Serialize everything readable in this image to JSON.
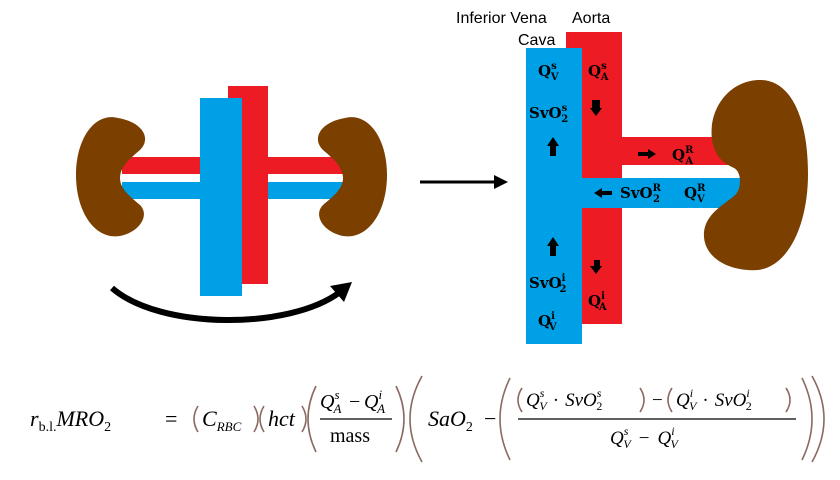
{
  "colors": {
    "vein": "#00a0e6",
    "artery": "#ed1c24",
    "kidney": "#7b3f00",
    "paren": "#8a6a60"
  },
  "labels": {
    "ivc_line1": "Inferior Vena",
    "ivc_line2": "Cava",
    "aorta": "Aorta"
  },
  "flow": {
    "QVs": {
      "base": "Q",
      "sub": "V",
      "sup": "s"
    },
    "QAs": {
      "base": "Q",
      "sub": "A",
      "sup": "s"
    },
    "SvO2s": {
      "base": "SvO",
      "sub": "2",
      "sup": "s"
    },
    "QAR": {
      "base": "Q",
      "sub": "A",
      "sup": "R"
    },
    "SvO2R": {
      "base": "SvO",
      "sub": "2",
      "sup": "R"
    },
    "QVR": {
      "base": "Q",
      "sub": "V",
      "sup": "R"
    },
    "SvO2i": {
      "base": "SvO",
      "sub": "2",
      "sup": "i"
    },
    "QAi": {
      "base": "Q",
      "sub": "A",
      "sup": "i"
    },
    "QVi": {
      "base": "Q",
      "sub": "V",
      "sup": "i"
    }
  },
  "equation": {
    "lhs_r": "r",
    "lhs_sub": "b.l.",
    "lhs_mro": "MRO",
    "lhs_two": "2",
    "eq": "=",
    "crbc_c": "C",
    "crbc_sub": "RBC",
    "hct": "hct",
    "mass": "mass",
    "sao": "SaO",
    "sao_two": "2",
    "minus": "−",
    "dot": "·",
    "q": "Q",
    "svo": "SvO",
    "two": "2",
    "sub_a": "A",
    "sub_v": "V",
    "sup_s": "s",
    "sup_i": "i"
  }
}
